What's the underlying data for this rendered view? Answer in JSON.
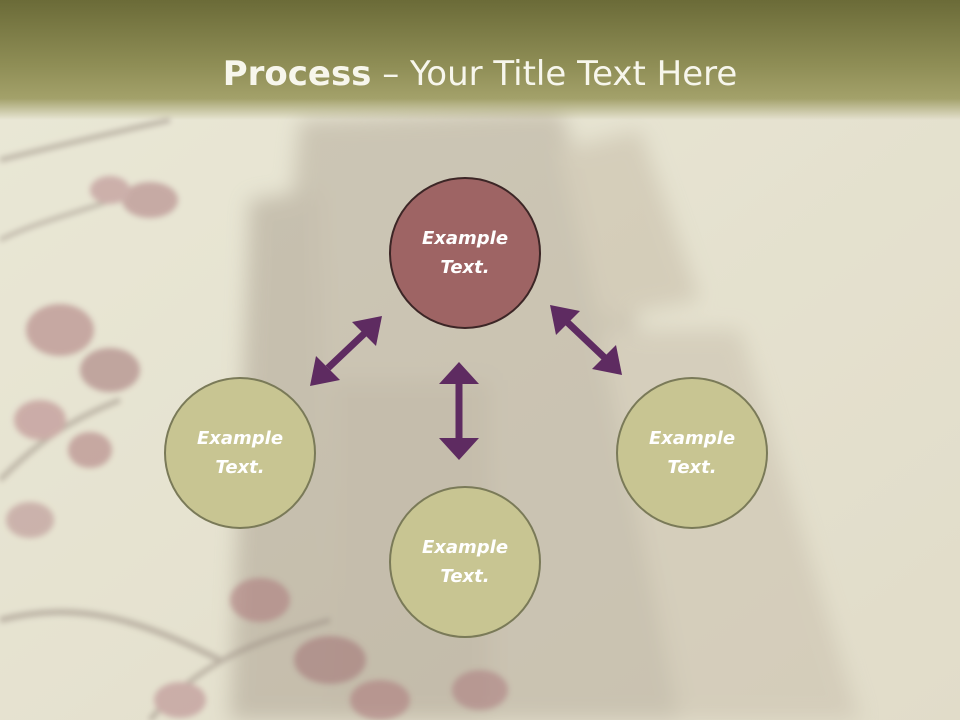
{
  "slide": {
    "title_bold": "Process",
    "title_rest": " – Your Title Text Here"
  },
  "nodes": {
    "top": "Example Text.",
    "left": "Example Text.",
    "bottom": "Example Text.",
    "right": "Example Text."
  },
  "colors": {
    "center_fill": "#9e6464",
    "outer_fill": "#c8c592",
    "arrow": "#5e2b61",
    "title_bar": "#8f8e56"
  }
}
